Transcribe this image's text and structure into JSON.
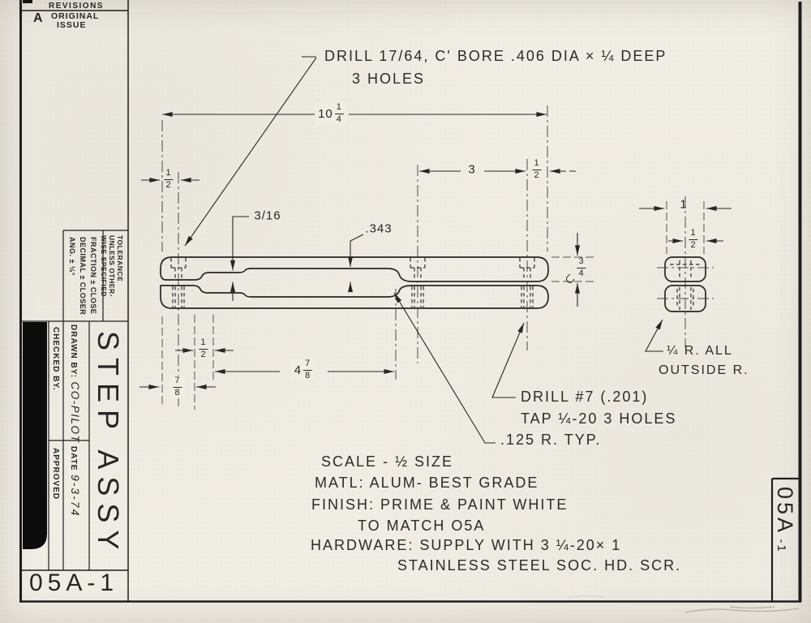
{
  "revisions": {
    "header": "REVISIONS",
    "letter": "A",
    "desc_line1": "ORIGINAL",
    "desc_line2": "ISSUE"
  },
  "tolerance": {
    "h1": "TOLERANCE",
    "h2": "UNLESS OTHER-",
    "h3": "WISE SPECIFIED",
    "fraction": "FRACTION ± CLOSE",
    "decimal": "DECIMAL ± CLOSER",
    "angle": "ANG. ± ½°"
  },
  "titleblock": {
    "checked": "CHECKED BY.",
    "drawn_label": "DRAWN BY:",
    "drawn_value": "CO-PILOT",
    "date_label": "DATE",
    "date_value": "9-3-74",
    "approved": "APPROVED",
    "title": "STEP ASSY",
    "number": "05A-1",
    "side_number": "05A",
    "side_suffix": "-1"
  },
  "notes": {
    "drill1": "DRILL 17/64, C' BORE .406 DIA × ¼ DEEP",
    "drill2": "3 HOLES",
    "tap1": "DRILL #7 (.201)",
    "tap2": "TAP ¼-20   3 HOLES",
    "radius": ".125 R. TYP.",
    "outr1": "¼ R. ALL",
    "outr2": "OUTSIDE R.",
    "spec1": "SCALE - ½ SIZE",
    "spec2": "MATL: ALUM- BEST GRADE",
    "spec3": "FINISH: PRIME & PAINT WHITE",
    "spec4": "TO MATCH O5A",
    "spec5": "HARDWARE: SUPPLY WITH 3 ¼-20× 1",
    "spec6": "STAINLESS STEEL SOC. HD. SCR."
  },
  "dims": {
    "overall": "10 1/4",
    "left_offset": "1/2",
    "spacing": "3",
    "right_offset": "1/2",
    "tongue": "3/16",
    "step_depth": ".343",
    "bar_height": "3/4",
    "end_width": "1",
    "end_half": "1/2",
    "step_length": "4 7/8",
    "left_step": "7/8",
    "notch": "1/2"
  },
  "colors": {
    "ink": "#262626",
    "paper": "#f0ede5"
  }
}
